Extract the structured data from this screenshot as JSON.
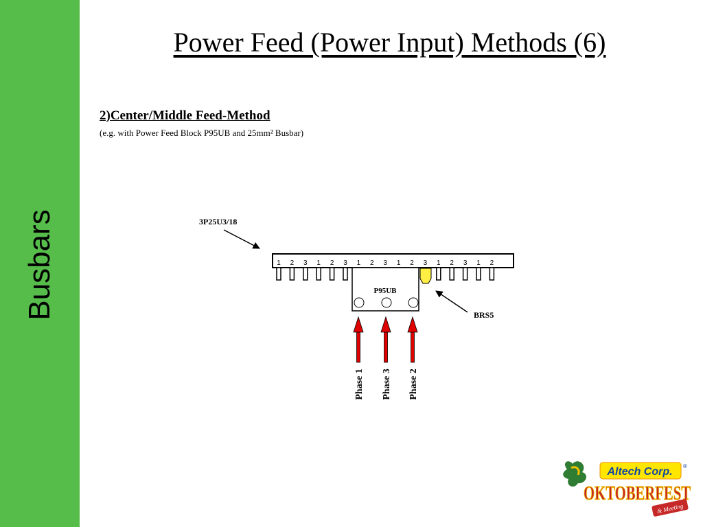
{
  "sidebar": {
    "label": "Busbars",
    "color": "#56bd4b"
  },
  "title": "Power Feed (Power Input) Methods (6)",
  "subtitle": "2)Center/Middle Feed-Method",
  "note": "(e.g. with Power Feed Block P95UB and 25mm² Busbar)",
  "diagram": {
    "busbar_label": "3P25U3/18",
    "pin_numbers": [
      "1",
      "2",
      "3",
      "1",
      "2",
      "3",
      "1",
      "2",
      "3",
      "1",
      "2",
      "3",
      "1",
      "2",
      "3",
      "1",
      "2"
    ],
    "feed_block_label": "P95UB",
    "brs_label": "BRS5",
    "phases": [
      "Phase 1",
      "Phase 3",
      "Phase 2"
    ],
    "arrow_color": "#e00000",
    "brs_color": "#ffee44"
  },
  "logo": {
    "brand": "Altech Corp.",
    "registered": "®",
    "event": "OKTOBERFEST",
    "tagline": "& Meeting"
  }
}
